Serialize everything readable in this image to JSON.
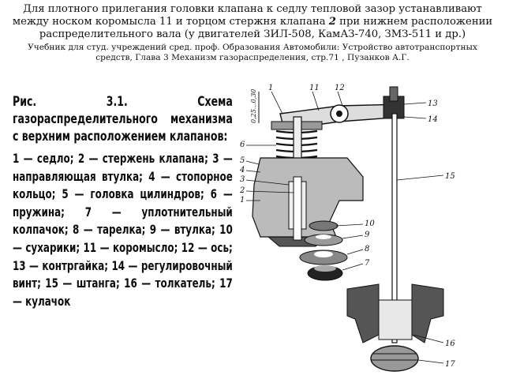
{
  "question": {
    "text_before": "Для плотного прилегания головки клапана к седлу тепловой зазор устанавливают между носком коромысла 11 и торцом стержня клапана ",
    "highlight": "2",
    "text_after": " при нижнем расположении распределительного вала (у двигателей ЗИЛ-508, КамАЗ-740, ЗМЗ-511 и др.)"
  },
  "source": "Учебник для студ. учреждений сред. проф. Образования Автомобили: Устройство автотранспортных средств, Глава 3 Механизм газораспределения, стр.71 , Пузанков А.Г.",
  "caption": {
    "title": "Рис. 3.1. Схема газораспределительного механизма с верхним расположением клапанов:",
    "legend": "1 — седло; 2 — стержень клапана; 3 — направляющая втулка; 4 — стопорное кольцо; 5 — головка цилиндров; 6 — пружина; 7 — уплотнительный колпачок; 8 — тарелка; 9 — втулка; 10 — сухарики; 11 — коромысло; 12 — ось; 13 — контргайка; 14 — регулировочный винт; 15 — штанга; 16 — толкатель; 17 — кулачок"
  },
  "figure": {
    "labels": [
      "1",
      "11",
      "12",
      "13",
      "14",
      "6",
      "5",
      "4",
      "3",
      "2",
      "1",
      "15",
      "10",
      "9",
      "8",
      "7",
      "16",
      "17"
    ],
    "dim_label": "0,25...0,30"
  }
}
